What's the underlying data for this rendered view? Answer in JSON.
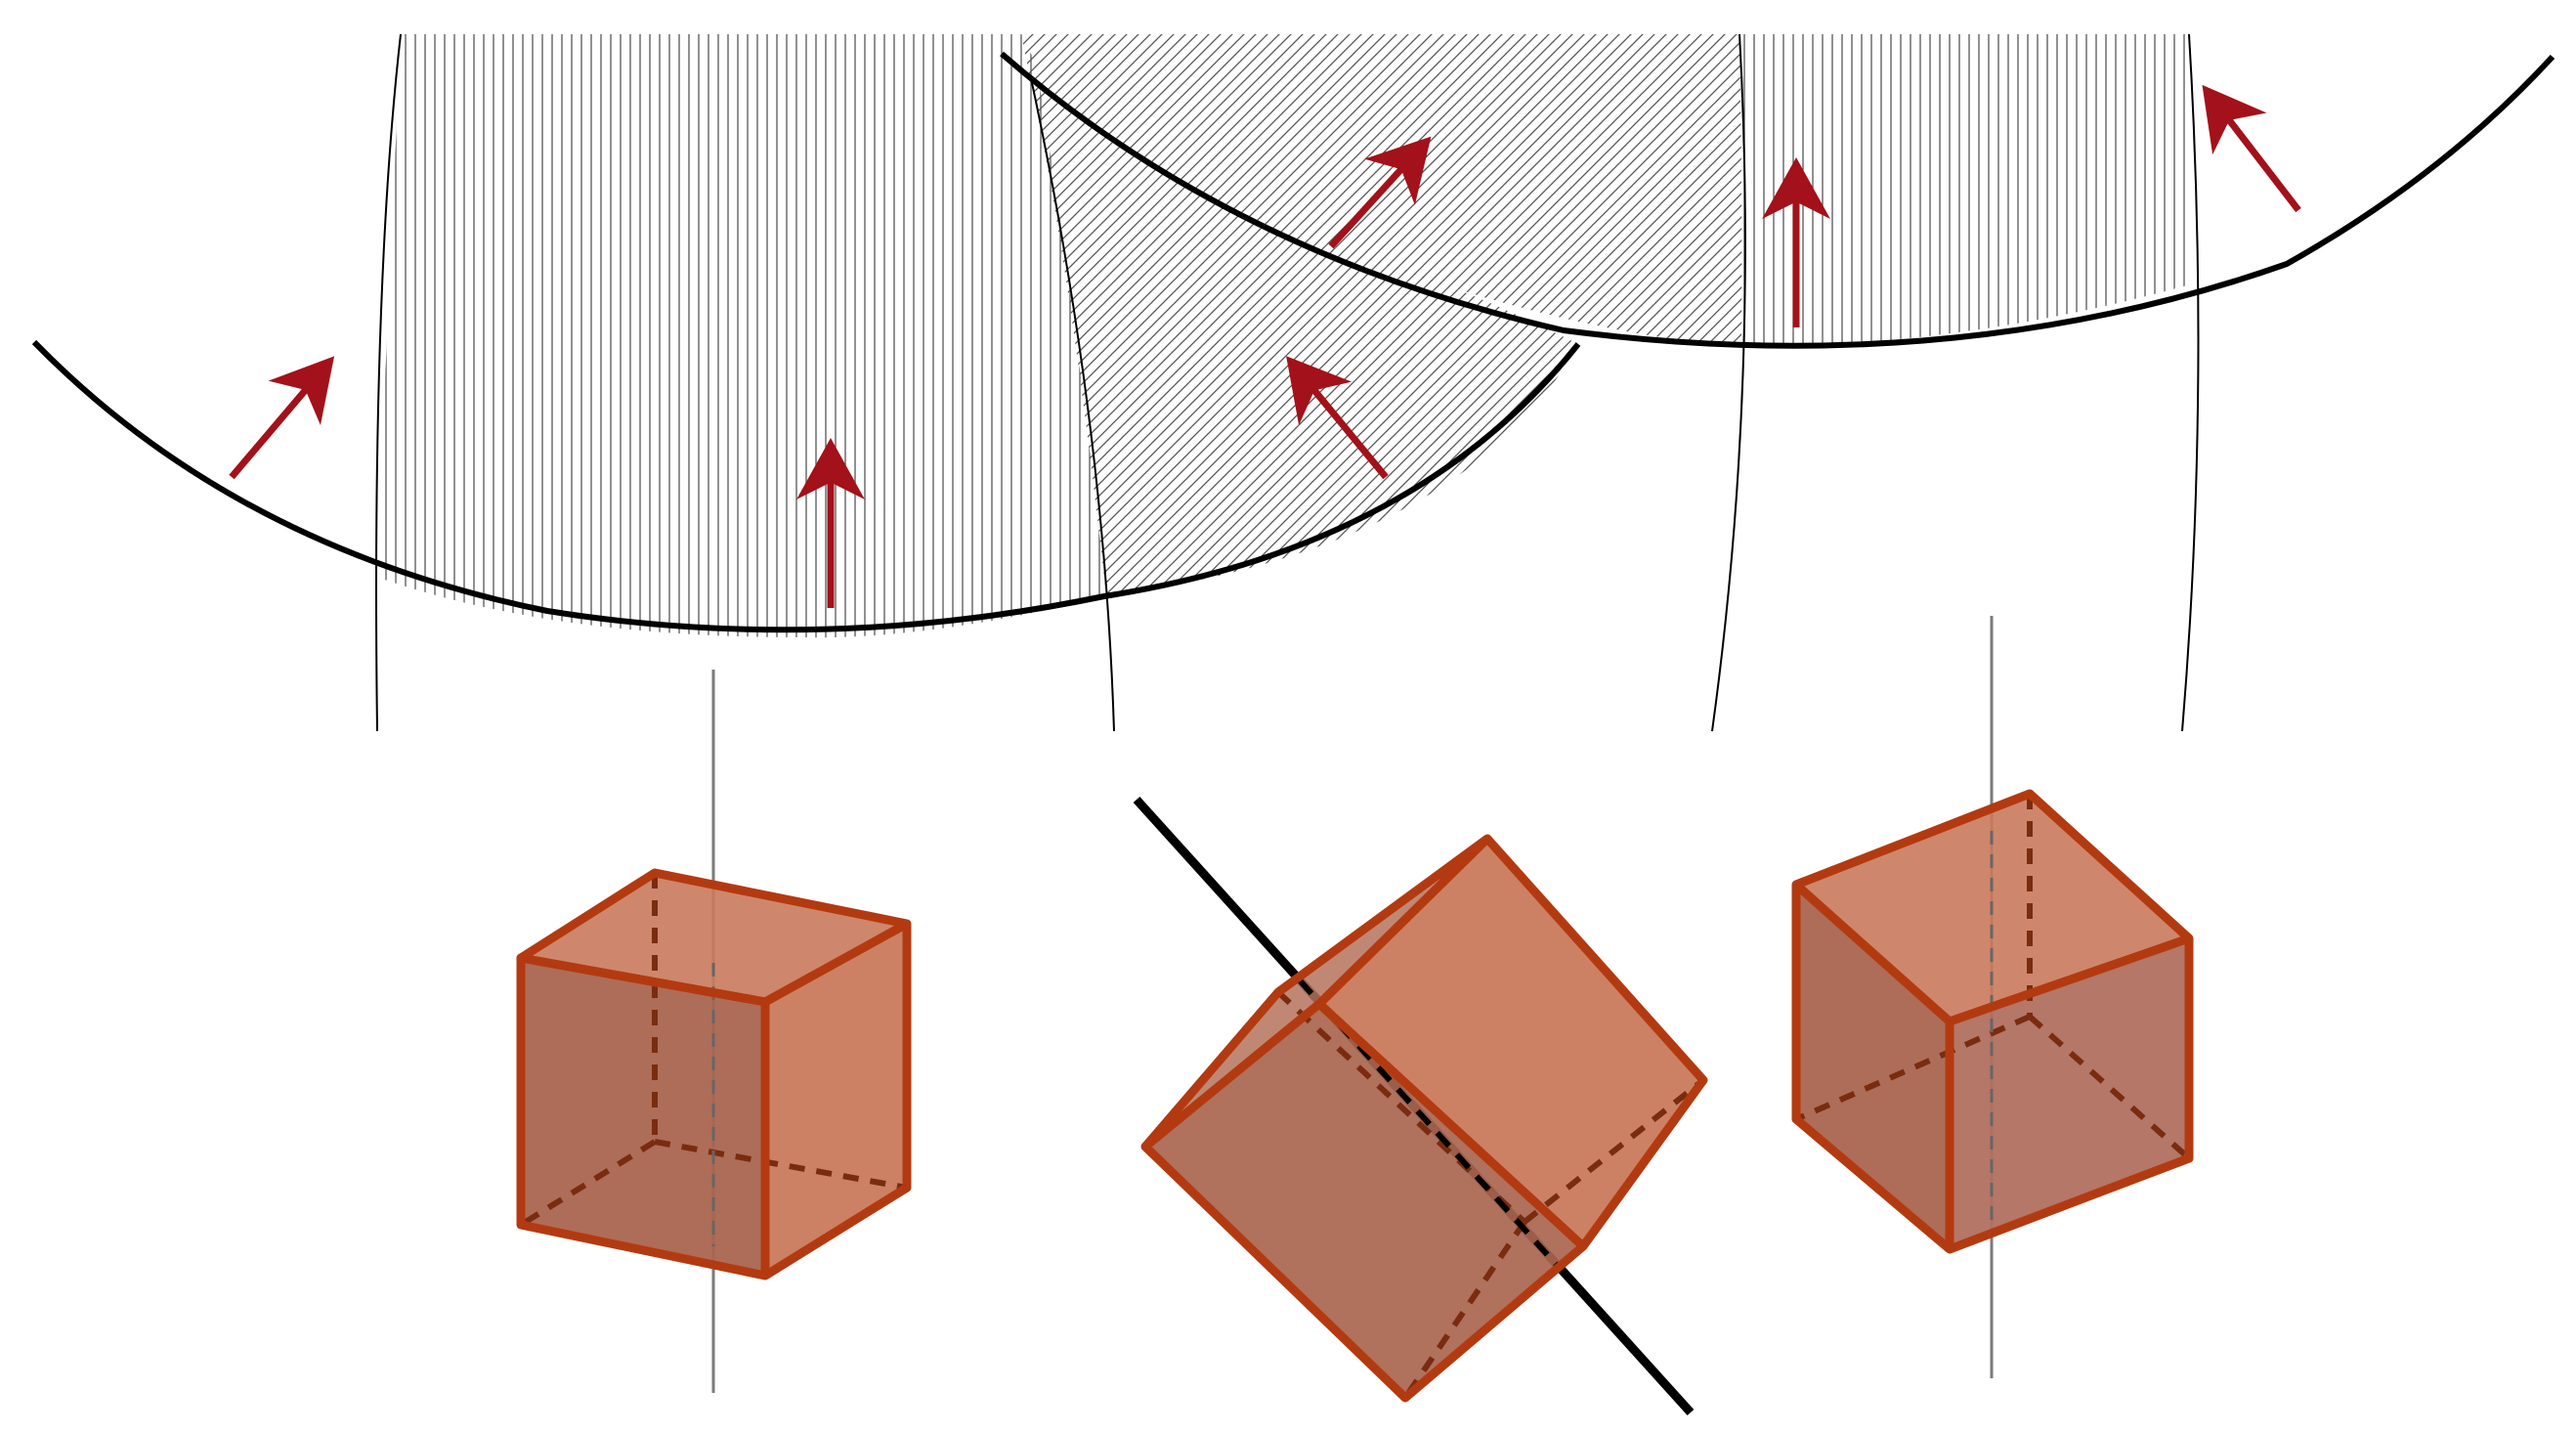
{
  "diagram": {
    "description_visible_text": "",
    "colors": {
      "background": "#ffffff",
      "boundary": "#000000",
      "hatch": "#555555",
      "axis": "#7a7a7a",
      "arrow": "#a3111a",
      "cube_fill": "#c96a45",
      "cube_fill_dark": "#a9654f",
      "cube_edge": "#b33a10"
    },
    "grains": [
      {
        "name": "left-grain",
        "hatch": "vertical"
      },
      {
        "name": "middle-grain",
        "hatch": "diagonal"
      },
      {
        "name": "right-grain",
        "hatch": "vertical"
      }
    ],
    "cubes": [
      {
        "name": "left-cube",
        "orientation": "upright"
      },
      {
        "name": "middle-cube",
        "orientation": "tilted"
      },
      {
        "name": "right-cube",
        "orientation": "upright-rotated"
      }
    ]
  }
}
